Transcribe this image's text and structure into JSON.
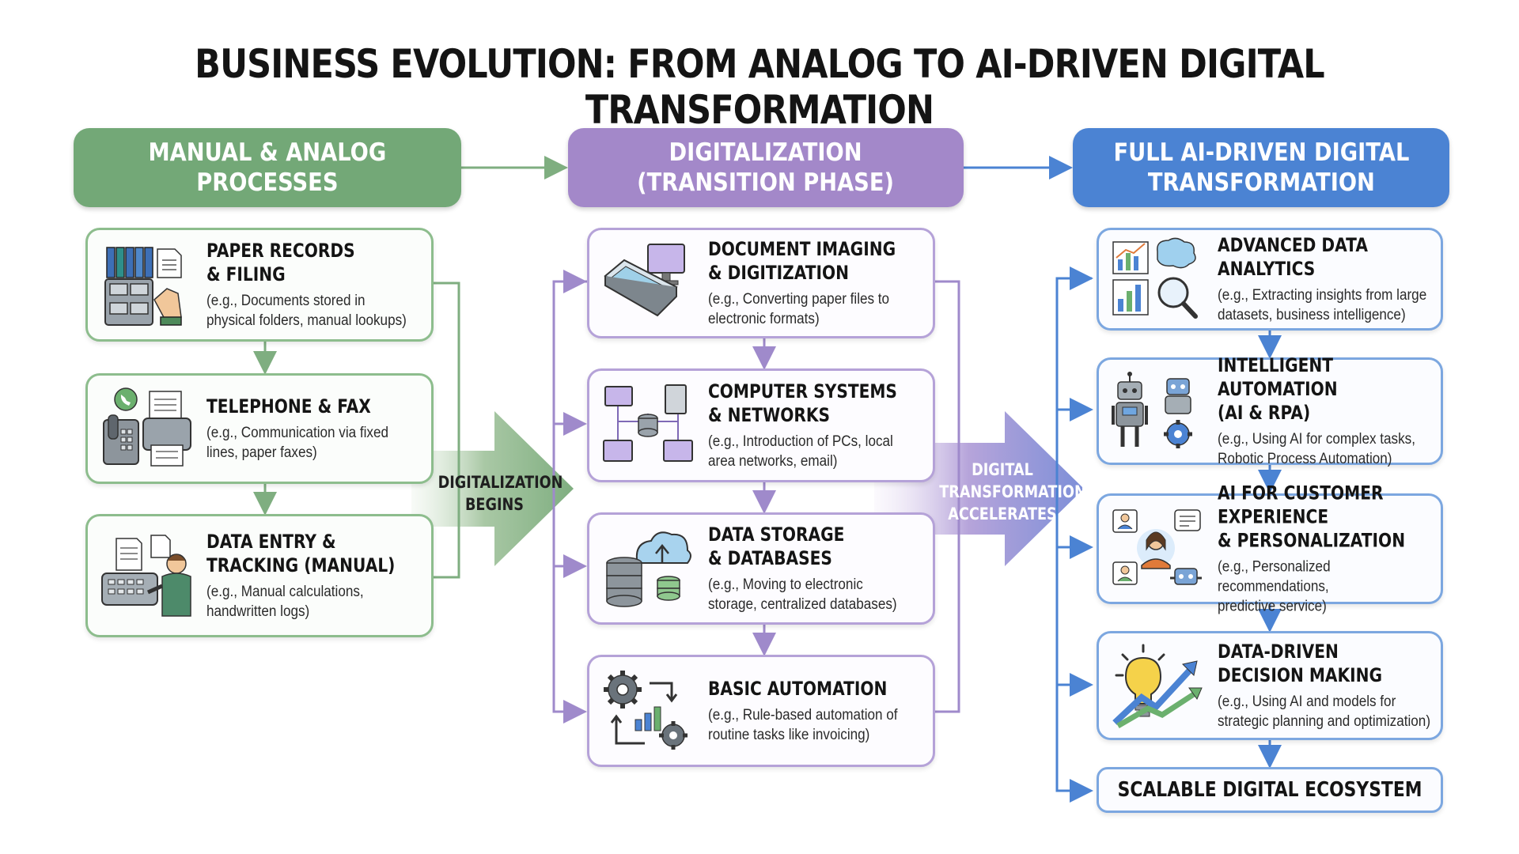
{
  "title": "BUSINESS EVOLUTION: FROM ANALOG TO AI-DRIVEN DIGITAL TRANSFORMATION",
  "colors": {
    "green": "#73a877",
    "purple": "#a388c9",
    "blue": "#4b83d3"
  },
  "phases": [
    {
      "header": "MANUAL & ANALOG\nPROCESSES",
      "items": [
        {
          "title": "PAPER RECORDS\n& FILING",
          "desc": "(e.g., Documents stored in\nphysical folders, manual lookups)",
          "icon": "filing-cabinet-icon"
        },
        {
          "title": "TELEPHONE & FAX",
          "desc": "(e.g., Communication via fixed\nlines, paper faxes)",
          "icon": "telephone-fax-icon"
        },
        {
          "title": "DATA ENTRY &\nTRACKING (MANUAL)",
          "desc": "(e.g., Manual calculations,\nhandwritten logs)",
          "icon": "typewriter-clerk-icon"
        }
      ]
    },
    {
      "header": "DIGITALIZATION\n(TRANSITION PHASE)",
      "items": [
        {
          "title": "DOCUMENT IMAGING\n& DIGITIZATION",
          "desc": "(e.g., Converting paper files to\nelectronic formats)",
          "icon": "scanner-monitor-icon"
        },
        {
          "title": "COMPUTER SYSTEMS\n& NETWORKS",
          "desc": "(e.g., Introduction of PCs, local\narea networks, email)",
          "icon": "network-computers-icon"
        },
        {
          "title": "DATA STORAGE\n& DATABASES",
          "desc": "(e.g., Moving to electronic\nstorage, centralized databases)",
          "icon": "cloud-database-icon"
        },
        {
          "title": "BASIC AUTOMATION",
          "desc": "(e.g., Rule-based automation of\nroutine tasks like invoicing)",
          "icon": "gears-cycle-icon"
        }
      ]
    },
    {
      "header": "FULL AI-DRIVEN DIGITAL\nTRANSFORMATION",
      "items": [
        {
          "title": "ADVANCED DATA ANALYTICS",
          "desc": "(e.g., Extracting insights from large\ndatasets, business intelligence)",
          "icon": "analytics-brain-icon"
        },
        {
          "title": "INTELLIGENT AUTOMATION\n(AI & RPA)",
          "desc": "(e.g., Using AI for complex tasks,\nRobotic Process Automation)",
          "icon": "robots-icon"
        },
        {
          "title": "AI FOR CUSTOMER EXPERIENCE\n& PERSONALIZATION",
          "desc": "(e.g., Personalized recommendations,\npredictive service)",
          "icon": "customer-ai-icon"
        },
        {
          "title": "DATA-DRIVEN\nDECISION MAKING",
          "desc": "(e.g., Using AI and models for\nstrategic planning and optimization)",
          "icon": "lightbulb-growth-icon"
        }
      ]
    }
  ],
  "transitions": [
    {
      "label": "DIGITALIZATION\nBEGINS"
    },
    {
      "label": "DIGITAL\nTRANSFORMATION\nACCELERATES"
    }
  ],
  "final": "SCALABLE DIGITAL ECOSYSTEM"
}
